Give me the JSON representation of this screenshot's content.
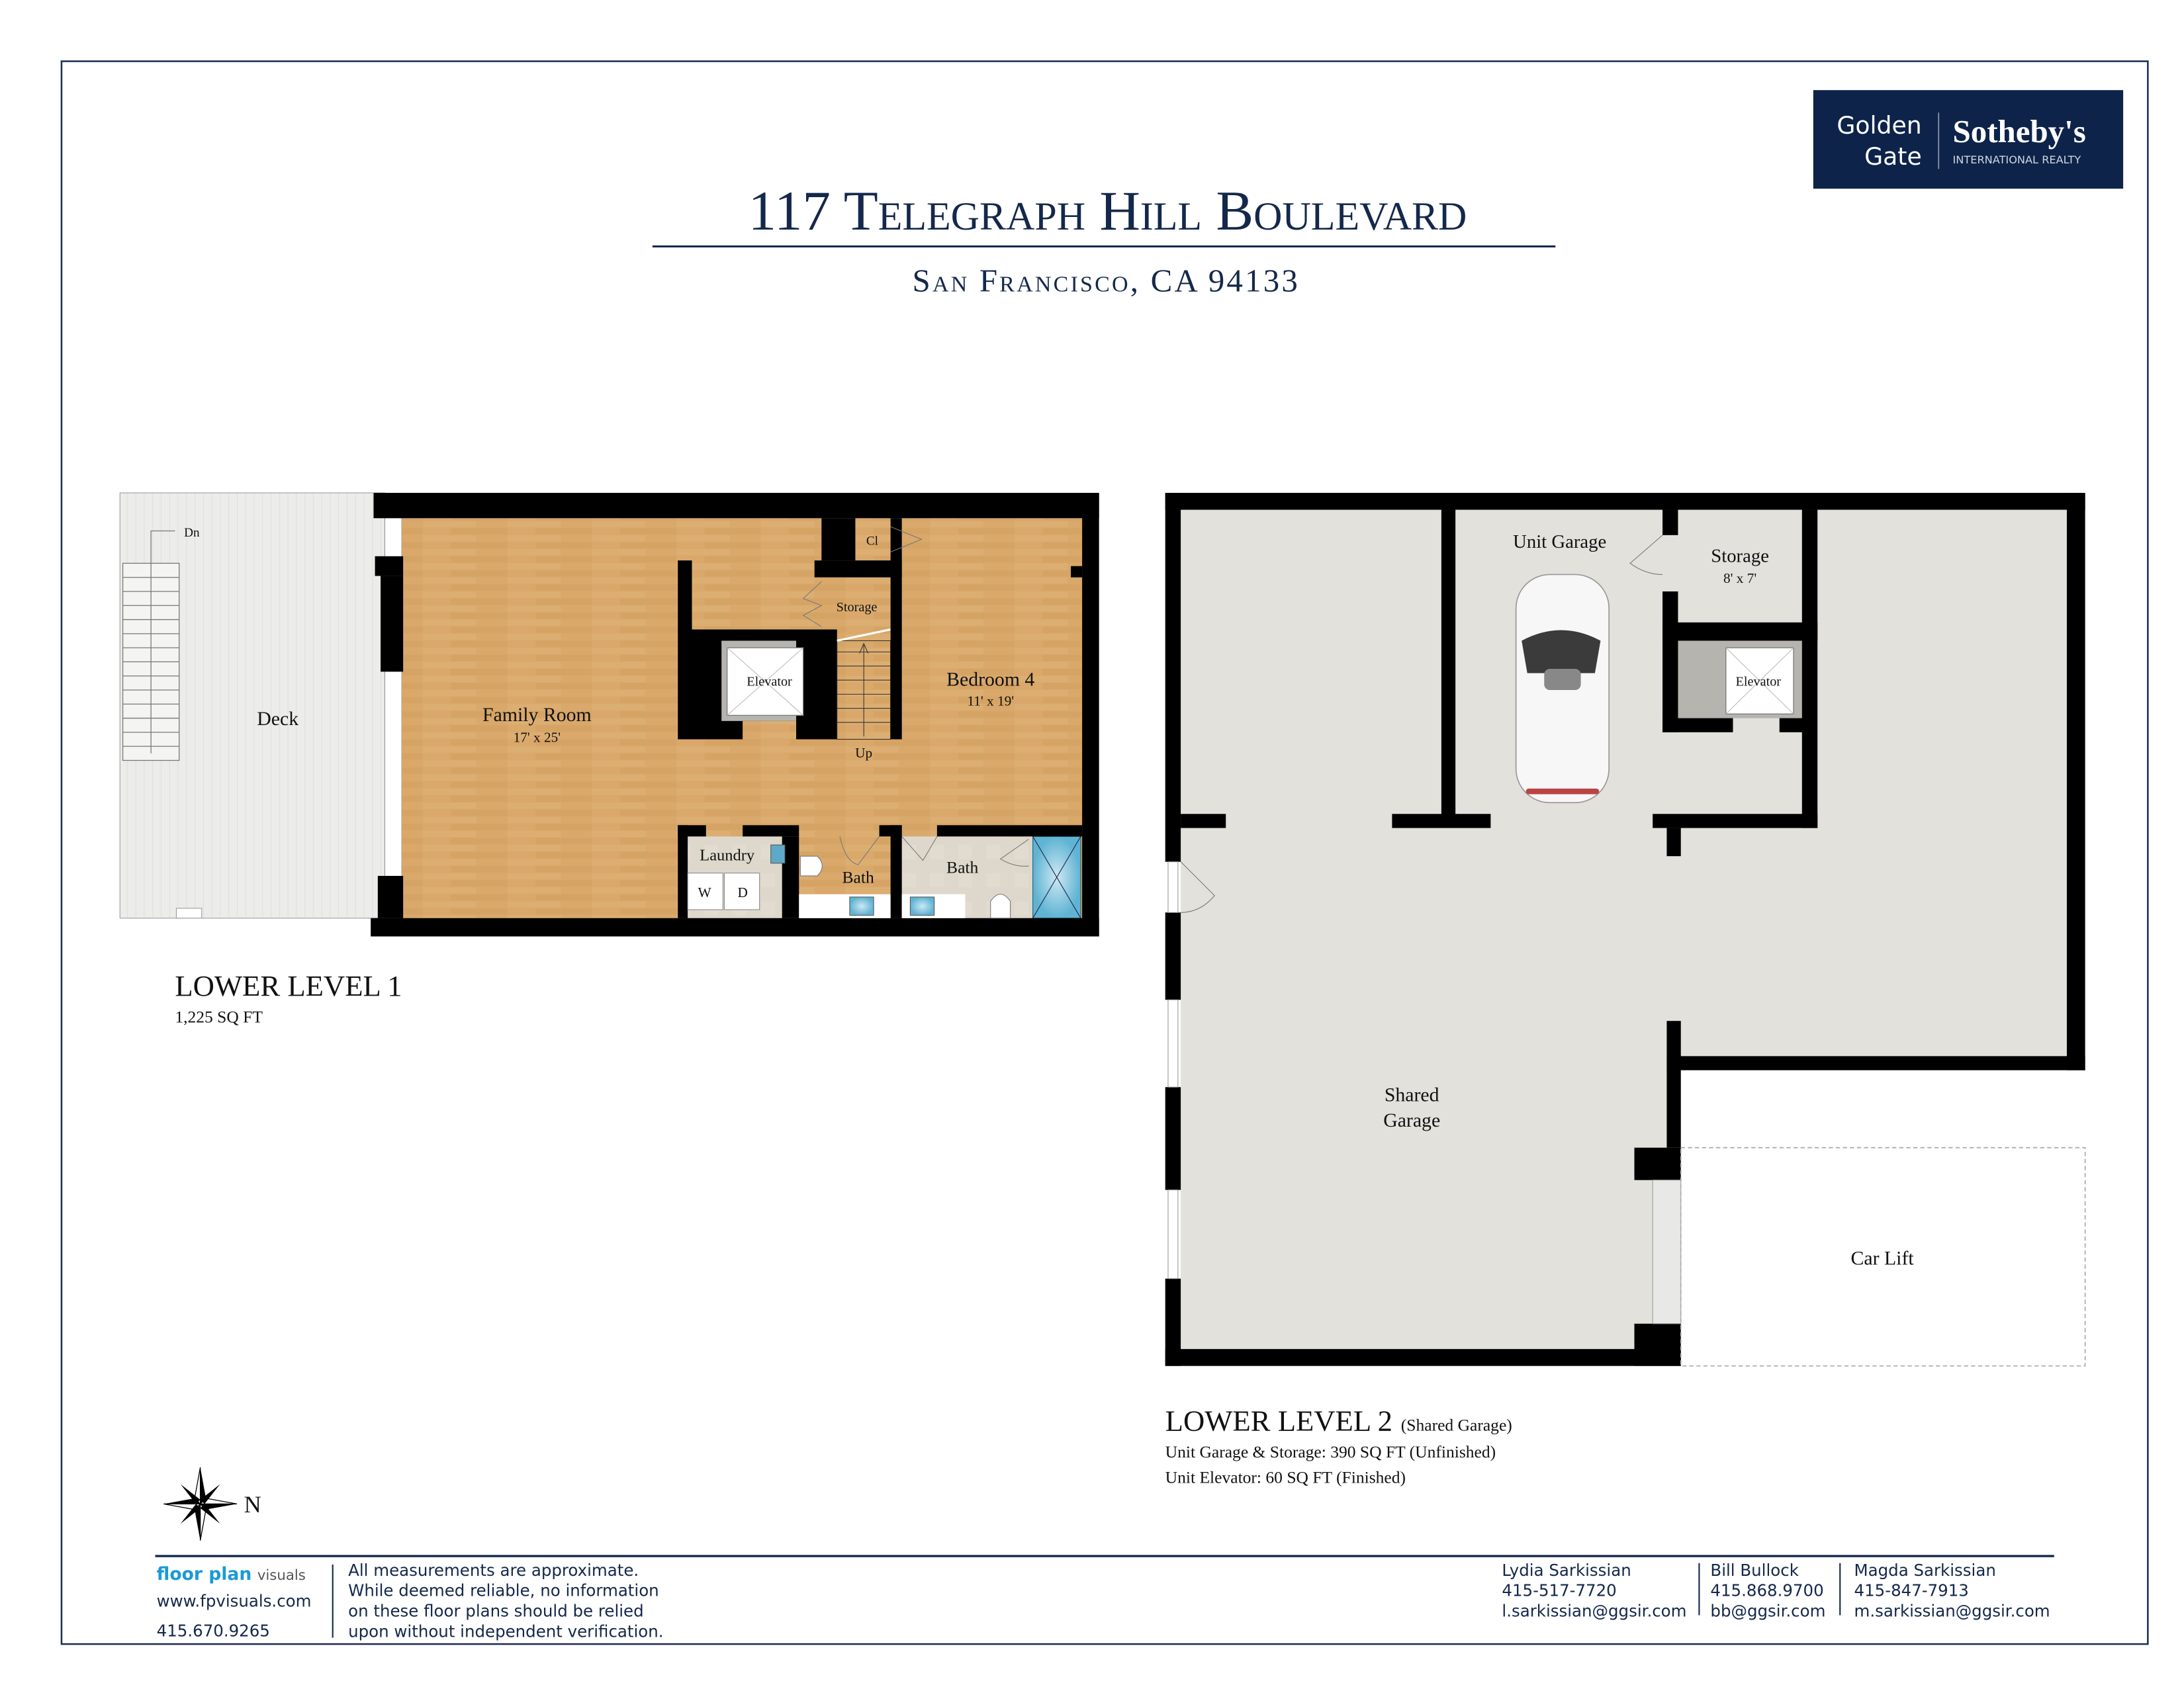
{
  "header": {
    "title": "117 Telegraph Hill Boulevard",
    "subtitle": "San Francisco, CA 94133"
  },
  "logo": {
    "line1": "Golden",
    "line2": "Gate",
    "brand": "Sotheby's",
    "tagline": "INTERNATIONAL REALTY"
  },
  "colors": {
    "navy": "#14284b",
    "wood_floor": "#d9a86a",
    "garage_floor": "#e2e1dc",
    "tile": "#ddd6c8",
    "shower": "#7ec3dc",
    "fp_brand": "#1a9ad6"
  },
  "lower_level_1": {
    "title": "LOWER LEVEL 1",
    "area": "1,225 SQ FT",
    "rooms": {
      "deck": "Deck",
      "dn": "Dn",
      "family_room": "Family Room",
      "family_room_dims": "17' x 25'",
      "bedroom": "Bedroom 4",
      "bedroom_dims": "11' x 19'",
      "closet": "Cl",
      "storage": "Storage",
      "elevator": "Elevator",
      "up": "Up",
      "laundry": "Laundry",
      "washer": "W",
      "dryer": "D",
      "bath_a": "Bath",
      "bath_b": "Bath"
    }
  },
  "lower_level_2": {
    "title": "LOWER LEVEL 2",
    "title_note": "(Shared Garage)",
    "area_line1": "Unit Garage & Storage: 390 SQ FT (Unfinished)",
    "area_line2": "Unit Elevator: 60 SQ FT (Finished)",
    "rooms": {
      "unit_garage": "Unit Garage",
      "storage": "Storage",
      "storage_dims": "8' x 7'",
      "elevator": "Elevator",
      "shared_garage_1": "Shared",
      "shared_garage_2": "Garage",
      "car_lift": "Car Lift"
    }
  },
  "compass": {
    "label": "N",
    "icon": "compass-rose-icon"
  },
  "footer": {
    "brand_bold": "floor plan",
    "brand_light": "visuals",
    "website": "www.fpvisuals.com",
    "phone": "415.670.9265",
    "disclaimer": [
      "All measurements are approximate.",
      "While deemed reliable, no information",
      "on these floor plans should be relied",
      "upon without independent verification."
    ],
    "agents": [
      {
        "name": "Lydia Sarkissian",
        "phone": "415-517-7720",
        "email": "l.sarkissian@ggsir.com"
      },
      {
        "name": "Bill Bullock",
        "phone": "415.868.9700",
        "email": "bb@ggsir.com"
      },
      {
        "name": "Magda Sarkissian",
        "phone": "415-847-7913",
        "email": "m.sarkissian@ggsir.com"
      }
    ]
  }
}
